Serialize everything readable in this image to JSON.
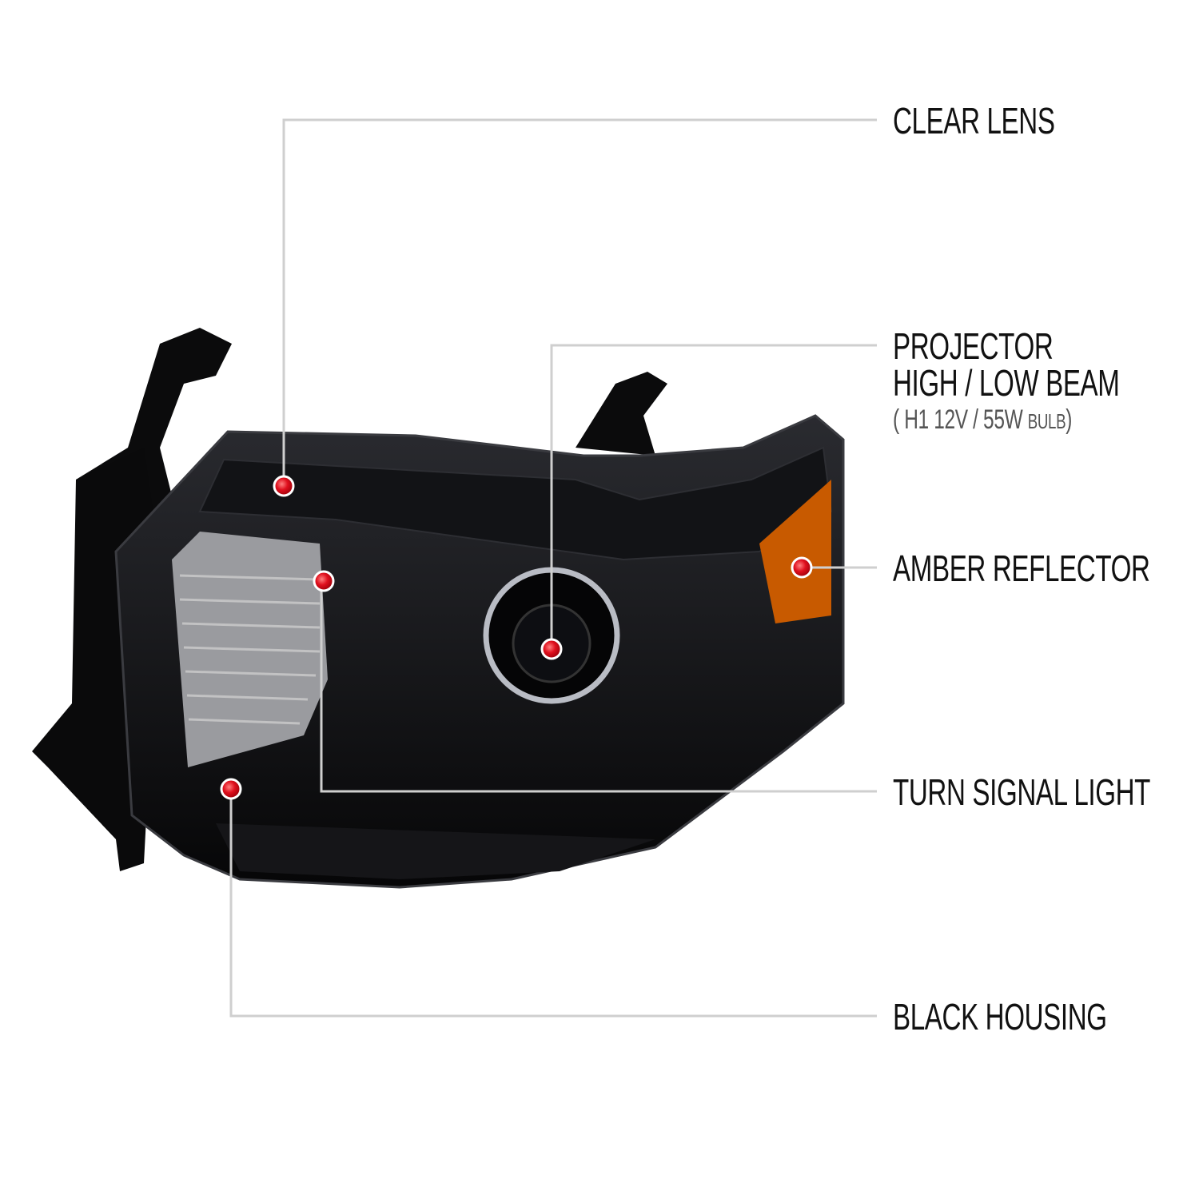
{
  "callouts": {
    "clear_lens": "CLEAR LENS",
    "projector_line1": "PROJECTOR",
    "projector_line2": "HIGH / LOW BEAM",
    "projector_spec_open": "(",
    "projector_spec": "H1  12V / 55W",
    "projector_spec_bulb": "BULB",
    "projector_spec_close": ")",
    "amber_reflector": "AMBER REFLECTOR",
    "turn_signal": "TURN SIGNAL LIGHT",
    "black_housing": "BLACK HOUSING"
  },
  "colors": {
    "marker": "#e0101e",
    "leader_line": "#cfcfcf",
    "housing": "#0d0d0f",
    "amber": "#c85a00"
  }
}
